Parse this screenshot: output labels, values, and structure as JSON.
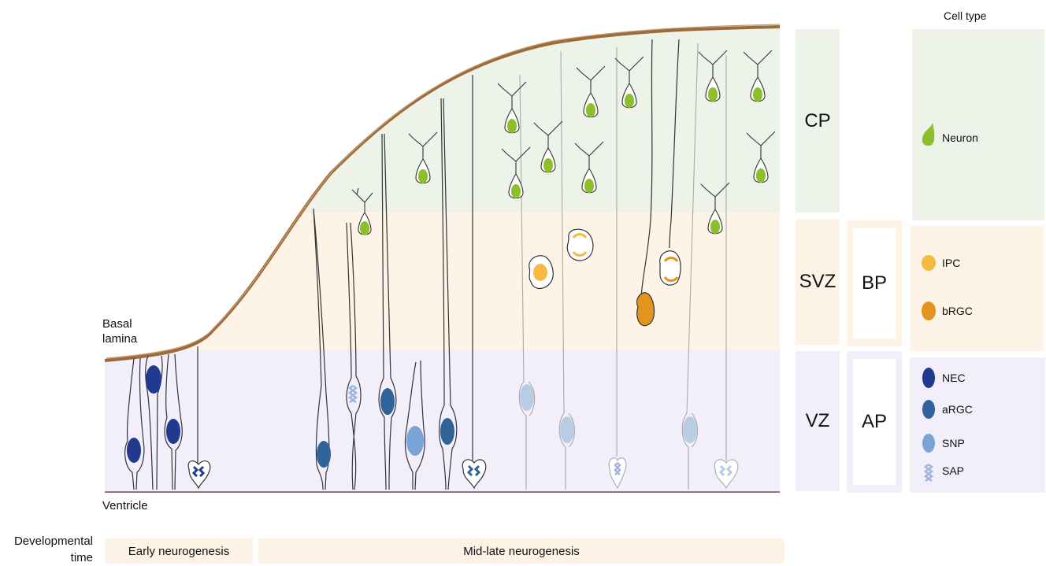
{
  "left_labels": {
    "basal_lamina": "Basal\nlamina",
    "ventricle": "Ventricle",
    "developmental_time": "Developmental\ntime"
  },
  "timeline": {
    "early": "Early neurogenesis",
    "mid_late": "Mid-late neurogenesis"
  },
  "zones": {
    "cp": "CP",
    "svz": "SVZ",
    "vz": "VZ"
  },
  "progenitor_groups": {
    "bp": "BP",
    "ap": "AP"
  },
  "legend": {
    "title": "Cell type",
    "items": [
      {
        "label": "Neuron",
        "color": "#8cbf2a"
      },
      {
        "label": "IPC",
        "color": "#f6b941"
      },
      {
        "label": "bRGC",
        "color": "#e3941e"
      },
      {
        "label": "NEC",
        "color": "#21398f"
      },
      {
        "label": "aRGC",
        "color": "#2f6399"
      },
      {
        "label": "SNP",
        "color": "#7aa3d8"
      },
      {
        "label": "SAP",
        "color": "#9fb4df"
      }
    ]
  },
  "colors": {
    "cp_bg": "#edf3e8",
    "svz_bg": "#fdf3e7",
    "vz_bg": "#f2eefa",
    "lamina": "#9b6b3c",
    "ventricle_line": "#a0707a"
  }
}
